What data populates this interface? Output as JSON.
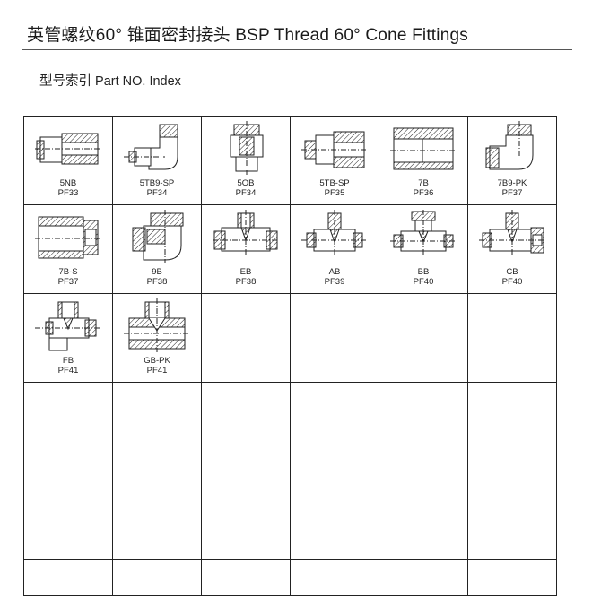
{
  "header": {
    "title": "英管螺纹60° 锥面密封接头    BSP Thread 60° Cone Fittings"
  },
  "section": {
    "label": "型号索引  Part NO. Index"
  },
  "index": {
    "items": [
      {
        "model": "5NB",
        "page": "PF33",
        "icon": "straight-adapter-icon"
      },
      {
        "model": "5TB9-SP",
        "page": "PF34",
        "icon": "elbow-adapter-icon"
      },
      {
        "model": "5OB",
        "page": "PF34",
        "icon": "union-nut-adapter-icon"
      },
      {
        "model": "5TB-SP",
        "page": "PF35",
        "icon": "long-straight-adapter-icon"
      },
      {
        "model": "7B",
        "page": "PF36",
        "icon": "straight-female-connector-icon"
      },
      {
        "model": "7B9-PK",
        "page": "PF37",
        "icon": "elbow-connector-icon"
      },
      {
        "model": "7B-S",
        "page": "PF37",
        "icon": "straight-swivel-connector-icon"
      },
      {
        "model": "9B",
        "page": "PF38",
        "icon": "elbow-swivel-connector-icon"
      },
      {
        "model": "EB",
        "page": "PF38",
        "icon": "tee-run-connector-icon"
      },
      {
        "model": "AB",
        "page": "PF39",
        "icon": "tee-connector-icon"
      },
      {
        "model": "BB",
        "page": "PF40",
        "icon": "branch-tee-connector-icon"
      },
      {
        "model": "CB",
        "page": "PF40",
        "icon": "swivel-tee-connector-icon"
      },
      {
        "model": "FB",
        "page": "PF41",
        "icon": "run-tee-swivel-icon"
      },
      {
        "model": "GB-PK",
        "page": "PF41",
        "icon": "female-tee-icon"
      }
    ]
  }
}
